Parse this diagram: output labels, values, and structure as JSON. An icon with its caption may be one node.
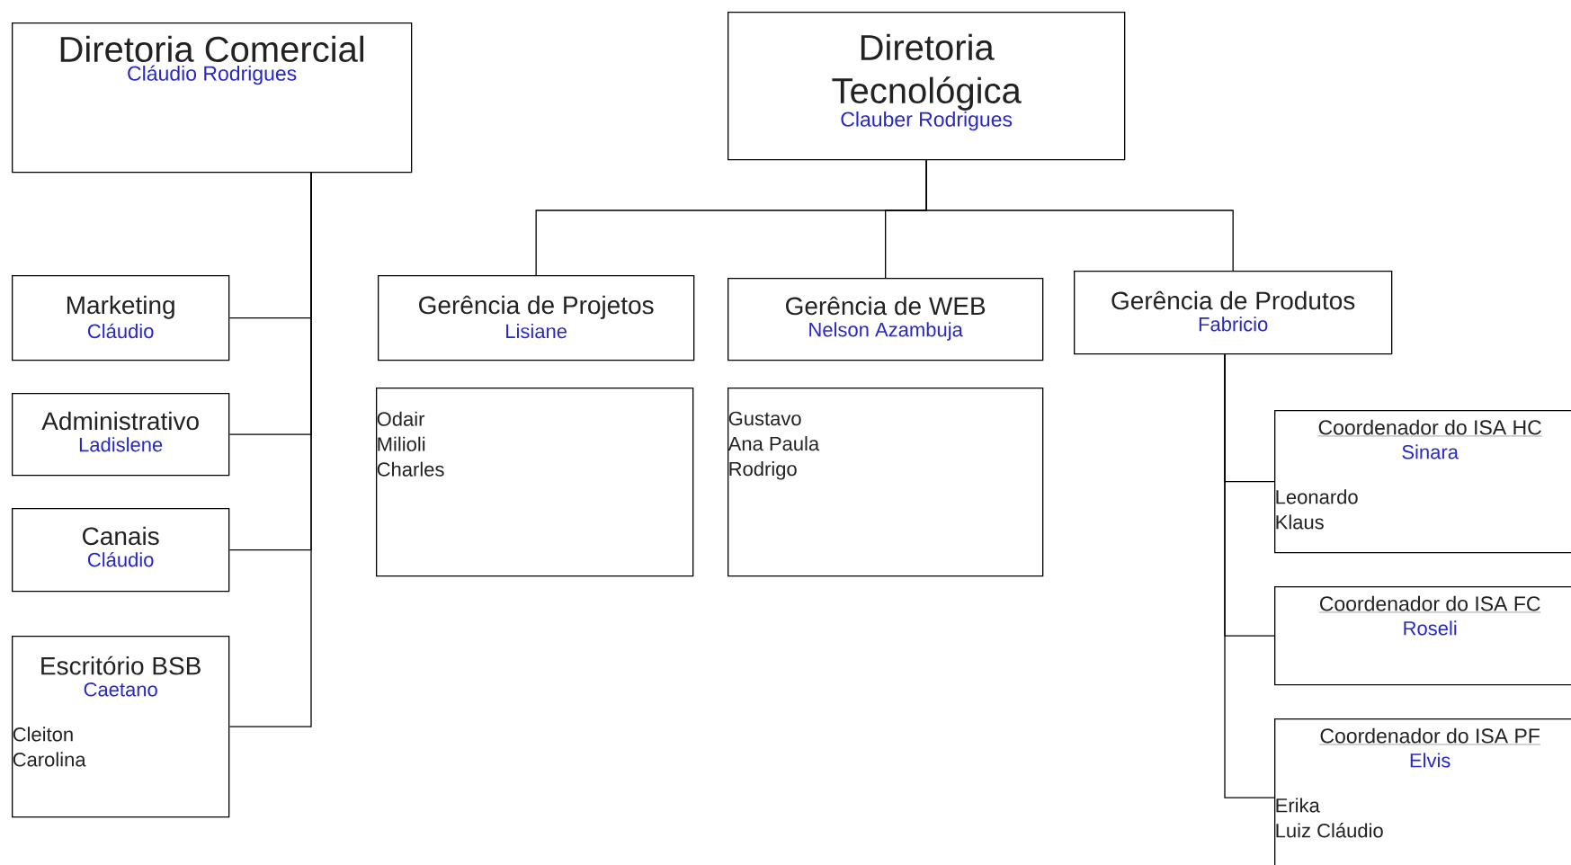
{
  "diagram": {
    "nodes": [
      {
        "text": [
          "Diretoria Comercial",
          "Cláudio Rodrigues"
        ]
      },
      {
        "text": [
          "Diretoria Tecnológica",
          "Clauber Rodrigues"
        ]
      },
      {
        "text": [
          "Marketing",
          "Cláudio"
        ]
      },
      {
        "text": [
          "Administrativo",
          "Ladislene"
        ]
      },
      {
        "text": [
          "Canais",
          "Cláudio"
        ]
      },
      {
        "text": [
          "Escritório BSB",
          "Caetano",
          "Cleiton",
          "Carolina"
        ]
      },
      {
        "text": [
          "Gerência de Projetos",
          "Lisiane"
        ]
      },
      {
        "text": [
          "Odair",
          "Milioli",
          "Charles"
        ]
      },
      {
        "text": [
          "Gerência de WEB",
          "Nelson Azambuja"
        ]
      },
      {
        "text": [
          "Gustavo",
          "Ana Paula",
          "Rodrigo"
        ]
      },
      {
        "text": [
          "Gerência de Produtos",
          "Fabricio"
        ]
      },
      {
        "text": [
          "Coordenador do ISA HC",
          "Sinara",
          "Leonardo",
          "Klaus"
        ]
      },
      {
        "text": [
          "Coordenador do ISA FC",
          "Roseli"
        ]
      },
      {
        "text": [
          "Coordenador do ISA PF",
          "Elvis",
          "Erika",
          "Luiz Cláudio"
        ]
      }
    ],
    "edges": [
      {
        "from": 0,
        "to": 2,
        "arrow": "none"
      },
      {
        "from": 0,
        "to": 3,
        "arrow": "none"
      },
      {
        "from": 0,
        "to": 4,
        "arrow": "none"
      },
      {
        "from": 0,
        "to": 5,
        "arrow": "none"
      },
      {
        "from": 1,
        "to": 6,
        "arrow": "none"
      },
      {
        "from": 1,
        "to": 8,
        "arrow": "none"
      },
      {
        "from": 1,
        "to": 10,
        "arrow": "none"
      },
      {
        "from": 10,
        "to": 11,
        "arrow": "none"
      },
      {
        "from": 10,
        "to": 12,
        "arrow": "none"
      },
      {
        "from": 10,
        "to": 13,
        "arrow": "none"
      }
    ]
  }
}
